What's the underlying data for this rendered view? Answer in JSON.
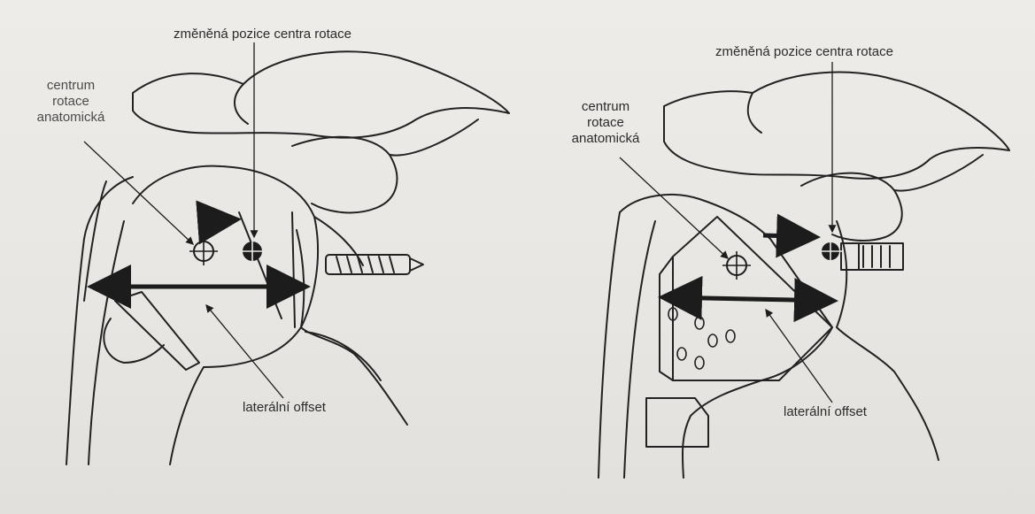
{
  "left_panel": {
    "label_changed_center": "změněná pozice centra rotace",
    "label_anatomic_center": [
      "centrum",
      "rotace",
      "anatomická"
    ],
    "label_lateral_offset": "laterální offset"
  },
  "right_panel": {
    "label_changed_center": "změněná pozice centra rotace",
    "label_anatomic_center": [
      "centrum",
      "rotace",
      "anatomická"
    ],
    "label_lateral_offset": "laterální offset"
  },
  "colors": {
    "ink": "#1c1c1c",
    "paper": "#ebe9e5"
  }
}
